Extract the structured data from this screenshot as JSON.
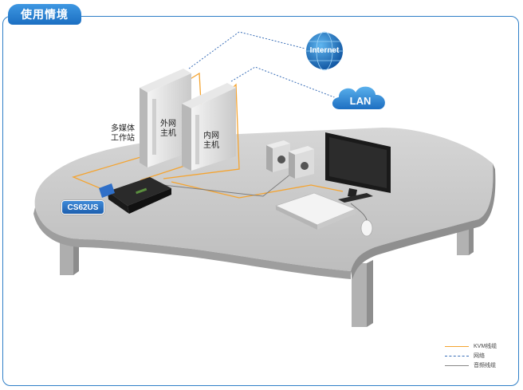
{
  "header": {
    "title": "使用情境"
  },
  "nodes": {
    "internet": "Internet",
    "lan": "LAN",
    "multimedia_station": [
      "多媒体",
      "工作站"
    ],
    "external_host": [
      "外网",
      "主机"
    ],
    "internal_host": [
      "内网",
      "主机"
    ],
    "device": "CS62US"
  },
  "legend": [
    {
      "label": "KVM线缆",
      "color": "#f4a431",
      "style": "solid"
    },
    {
      "label": "网络",
      "color": "#3b6fb8",
      "style": "dashed"
    },
    {
      "label": "音频线缆",
      "color": "#888888",
      "style": "solid"
    }
  ]
}
